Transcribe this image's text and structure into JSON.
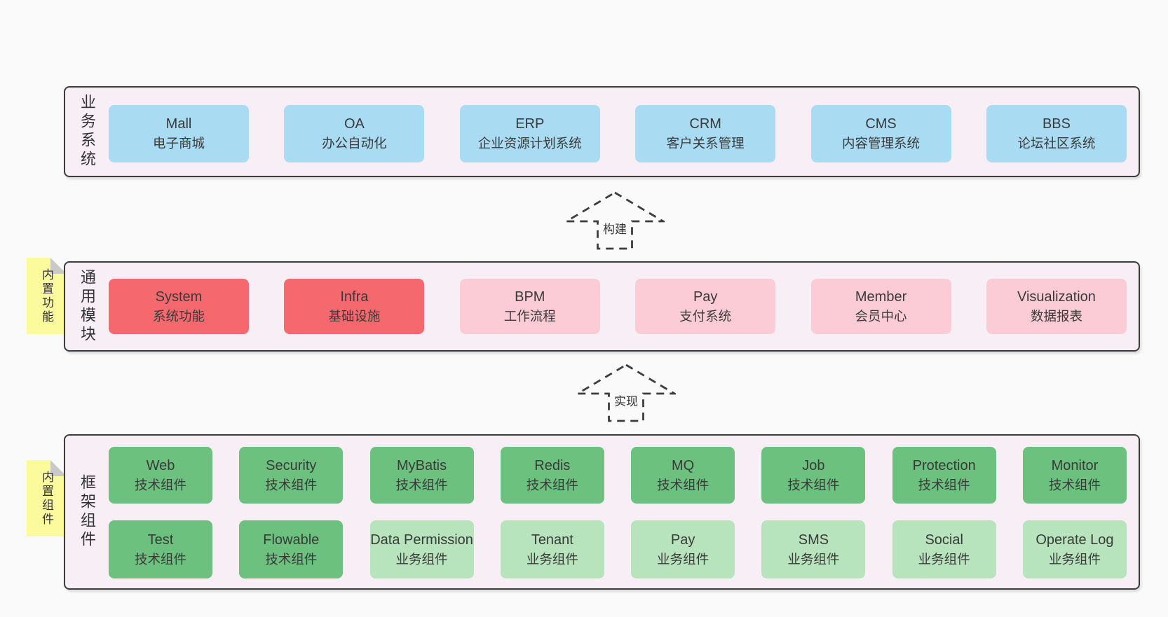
{
  "diagram": {
    "arrows": [
      {
        "label": "构建"
      },
      {
        "label": "实现"
      }
    ],
    "notes": [
      {
        "label": "内置功能"
      },
      {
        "label": "内置组件"
      }
    ],
    "layers": [
      {
        "label": "业务系统",
        "boxes": [
          {
            "name": "Mall",
            "desc": "电子商城"
          },
          {
            "name": "OA",
            "desc": "办公自动化"
          },
          {
            "name": "ERP",
            "desc": "企业资源计划系统"
          },
          {
            "name": "CRM",
            "desc": "客户关系管理"
          },
          {
            "name": "CMS",
            "desc": "内容管理系统"
          },
          {
            "name": "BBS",
            "desc": "论坛社区系统"
          }
        ]
      },
      {
        "label": "通用模块",
        "boxes": [
          {
            "name": "System",
            "desc": "系统功能"
          },
          {
            "name": "Infra",
            "desc": "基础设施"
          },
          {
            "name": "BPM",
            "desc": "工作流程"
          },
          {
            "name": "Pay",
            "desc": "支付系统"
          },
          {
            "name": "Member",
            "desc": "会员中心"
          },
          {
            "name": "Visualization",
            "desc": "数据报表"
          }
        ]
      },
      {
        "label": "框架组件",
        "rows": [
          [
            {
              "name": "Web",
              "desc": "技术组件"
            },
            {
              "name": "Security",
              "desc": "技术组件"
            },
            {
              "name": "MyBatis",
              "desc": "技术组件"
            },
            {
              "name": "Redis",
              "desc": "技术组件"
            },
            {
              "name": "MQ",
              "desc": "技术组件"
            },
            {
              "name": "Job",
              "desc": "技术组件"
            },
            {
              "name": "Protection",
              "desc": "技术组件"
            },
            {
              "name": "Monitor",
              "desc": "技术组件"
            }
          ],
          [
            {
              "name": "Test",
              "desc": "技术组件"
            },
            {
              "name": "Flowable",
              "desc": "技术组件"
            },
            {
              "name": "Data Permission",
              "desc": "业务组件"
            },
            {
              "name": "Tenant",
              "desc": "业务组件"
            },
            {
              "name": "Pay",
              "desc": "业务组件"
            },
            {
              "name": "SMS",
              "desc": "业务组件"
            },
            {
              "name": "Social",
              "desc": "业务组件"
            },
            {
              "name": "Operate Log",
              "desc": "业务组件"
            }
          ]
        ]
      }
    ],
    "colors": {
      "page_bg": "#fafafa",
      "container_fill": "#f8eef6",
      "container_border": "#3c3c3c",
      "box_blue": "#a9dcf3",
      "box_red": "#f5696e",
      "box_pink": "#fbccd5",
      "box_green": "#6cc17e",
      "box_light_green": "#b7e3bd",
      "note_yellow": "#fbfb9d",
      "note_fold": "#c9c9c9",
      "text": "#3a3a3a"
    }
  }
}
